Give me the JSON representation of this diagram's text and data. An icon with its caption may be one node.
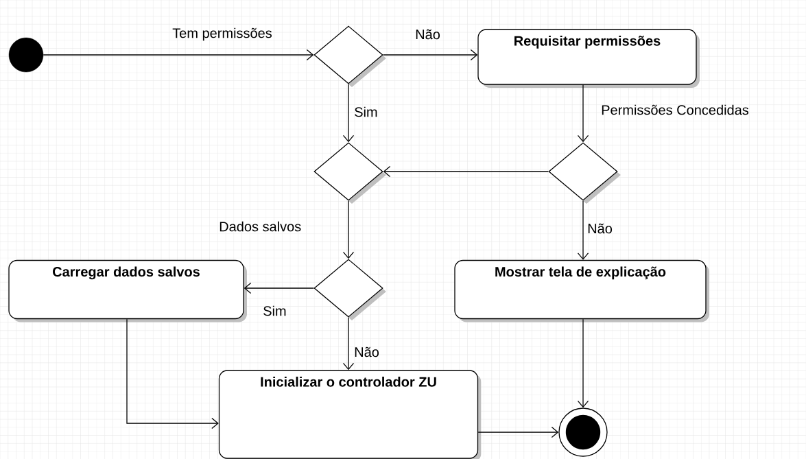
{
  "diagram": {
    "nodes": [
      {
        "text": [],
        "shape": "circle"
      },
      {
        "text": [],
        "shape": "diamond"
      },
      {
        "text": [
          "Requisitar permissões"
        ]
      },
      {
        "text": [],
        "shape": "diamond"
      },
      {
        "text": [],
        "shape": "diamond"
      },
      {
        "text": [
          "Carregar dados salvos"
        ]
      },
      {
        "text": [],
        "shape": "diamond"
      },
      {
        "text": [
          "Mostrar tela de explicação"
        ]
      },
      {
        "text": [
          "Inicializar o controlador ZU"
        ]
      },
      {
        "text": [],
        "shape": "bullseye"
      }
    ],
    "edges": [
      {
        "from": 0,
        "to": 1,
        "arrow": "to",
        "label": "Tem permissões"
      },
      {
        "from": 1,
        "to": 2,
        "arrow": "to",
        "label": "Não"
      },
      {
        "from": 1,
        "to": 3,
        "arrow": "to",
        "label": "Sim"
      },
      {
        "from": 2,
        "to": 4,
        "arrow": "to",
        "label": "Permissões Concedidas"
      },
      {
        "from": 4,
        "to": 3,
        "arrow": "to"
      },
      {
        "from": 4,
        "to": 7,
        "arrow": "to",
        "label": "Não"
      },
      {
        "from": 3,
        "to": 6,
        "arrow": "to",
        "label": "Dados salvos"
      },
      {
        "from": 6,
        "to": 5,
        "arrow": "to",
        "label": "Sim"
      },
      {
        "from": 6,
        "to": 8,
        "arrow": "to",
        "label": "Não"
      },
      {
        "from": 5,
        "to": 8,
        "arrow": "to"
      },
      {
        "from": 7,
        "to": 9,
        "arrow": "to"
      },
      {
        "from": 8,
        "to": 9,
        "arrow": "to"
      }
    ]
  }
}
